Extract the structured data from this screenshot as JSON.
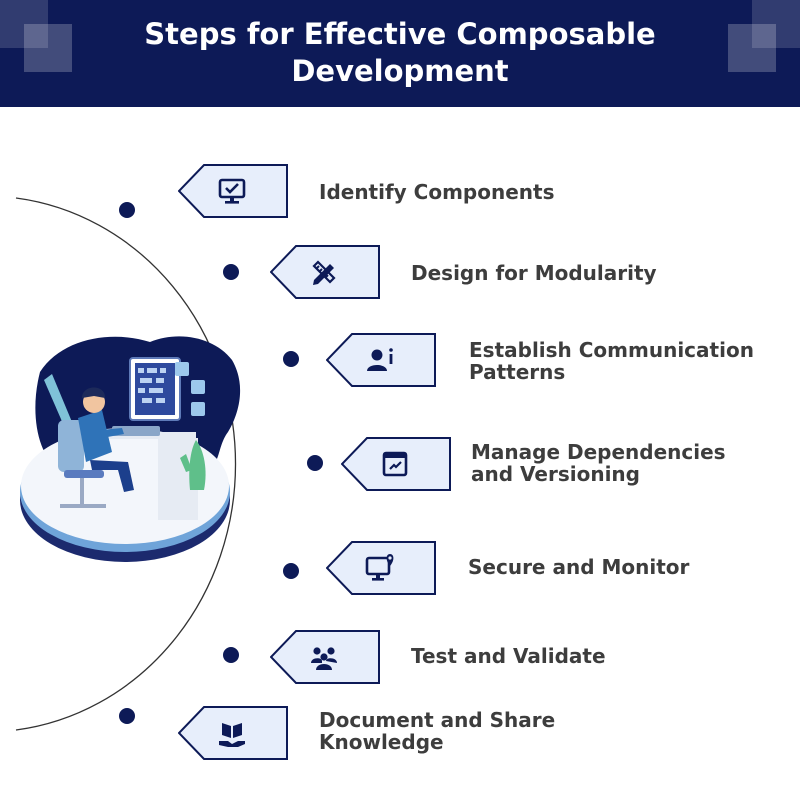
{
  "header": {
    "title_lines": [
      "Steps for Effective Composable",
      "Development"
    ],
    "background": "#0d1a57"
  },
  "colors": {
    "tag_fill": "#e7eefb",
    "tag_stroke": "#0d1a57",
    "icon": "#0d1a57",
    "dot": "#0d1a57",
    "arc": "#333333",
    "label": "#3d3d3d"
  },
  "steps": [
    {
      "icon": "monitor-check-icon",
      "lines": [
        "Identify Components"
      ]
    },
    {
      "icon": "pencil-ruler-icon",
      "lines": [
        "Design for Modularity"
      ]
    },
    {
      "icon": "person-info-icon",
      "lines": [
        "Establish Communication",
        "Patterns"
      ]
    },
    {
      "icon": "window-link-icon",
      "lines": [
        "Manage Dependencies",
        "and Versioning"
      ]
    },
    {
      "icon": "monitor-pin-icon",
      "lines": [
        "Secure and Monitor"
      ]
    },
    {
      "icon": "team-icon",
      "lines": [
        "Test and Validate"
      ]
    },
    {
      "icon": "book-hand-icon",
      "lines": [
        "Document and Share",
        "Knowledge"
      ]
    }
  ]
}
